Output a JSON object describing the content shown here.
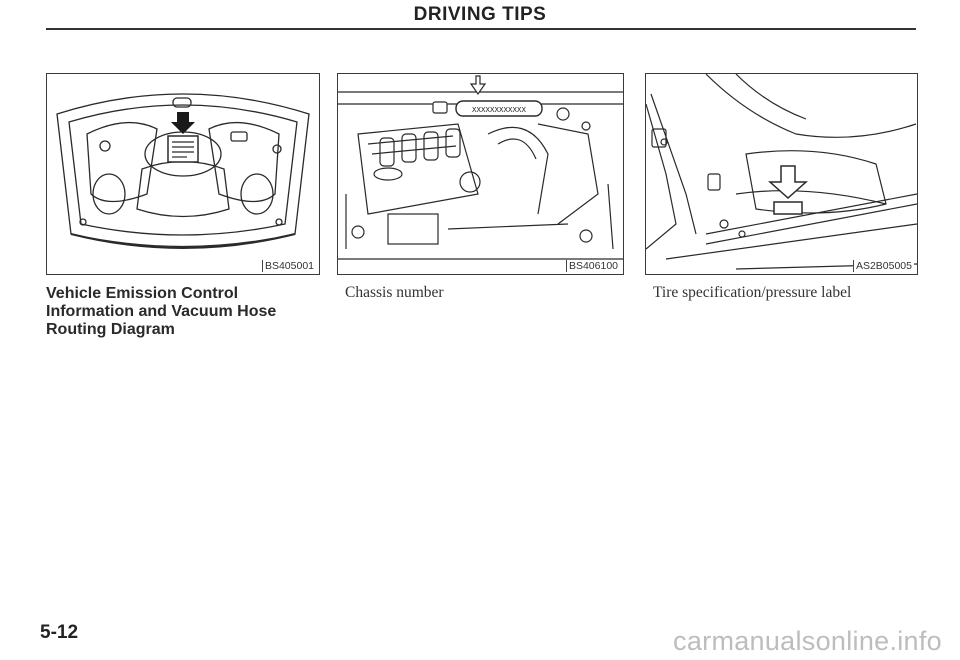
{
  "header": {
    "title": "DRIVING TIPS"
  },
  "figures": [
    {
      "code": "BS405001",
      "caption": "Vehicle Emission Control Information and Vacuum Hose Routing Diagram",
      "icon": "hood-underside-label-illustration"
    },
    {
      "code": "BS406100",
      "caption": "Chassis number",
      "icon": "engine-bay-chassis-number-illustration"
    },
    {
      "code": "AS2B05005",
      "caption": "Tire specification/pressure label",
      "icon": "door-pillar-tire-label-illustration"
    }
  ],
  "fig2_plate_text": "XXXXXXXXXXXX",
  "footer": {
    "page_number": "5-12",
    "watermark": "carmanualsonline.info"
  }
}
